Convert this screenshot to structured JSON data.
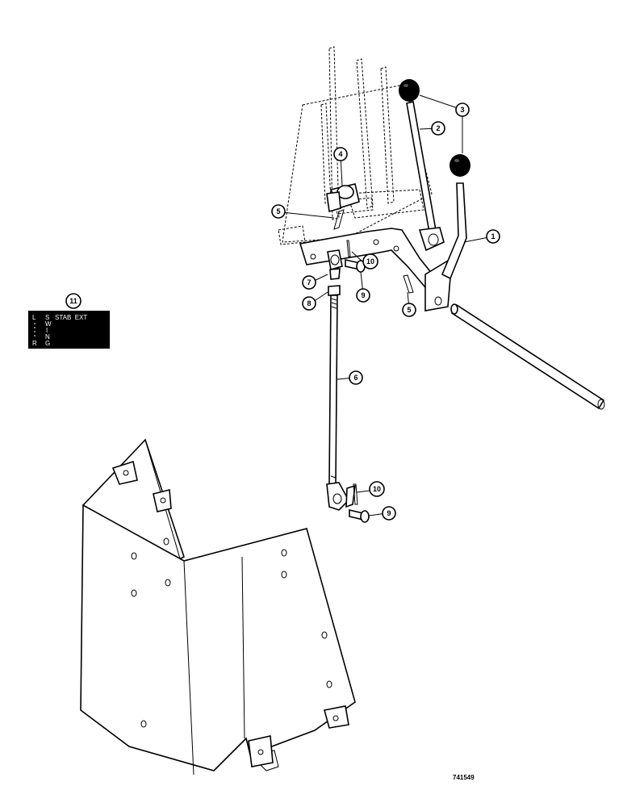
{
  "callouts": {
    "c1": "1",
    "c2": "2",
    "c3": "3",
    "c4": "4",
    "c5a": "5",
    "c5b": "5",
    "c6": "6",
    "c7": "7",
    "c8": "8",
    "c9a": "9",
    "c9b": "9",
    "c10a": "10",
    "c10b": "10",
    "c11": "11"
  },
  "decal": {
    "row1_left": "L",
    "row1_swing": "S",
    "row1_right": "STAB  EXT",
    "row2_swing": "W",
    "row3_swing": "I",
    "row4_swing": "N",
    "row5_left": "R",
    "row5_swing": "G"
  },
  "reference_number": "741549"
}
